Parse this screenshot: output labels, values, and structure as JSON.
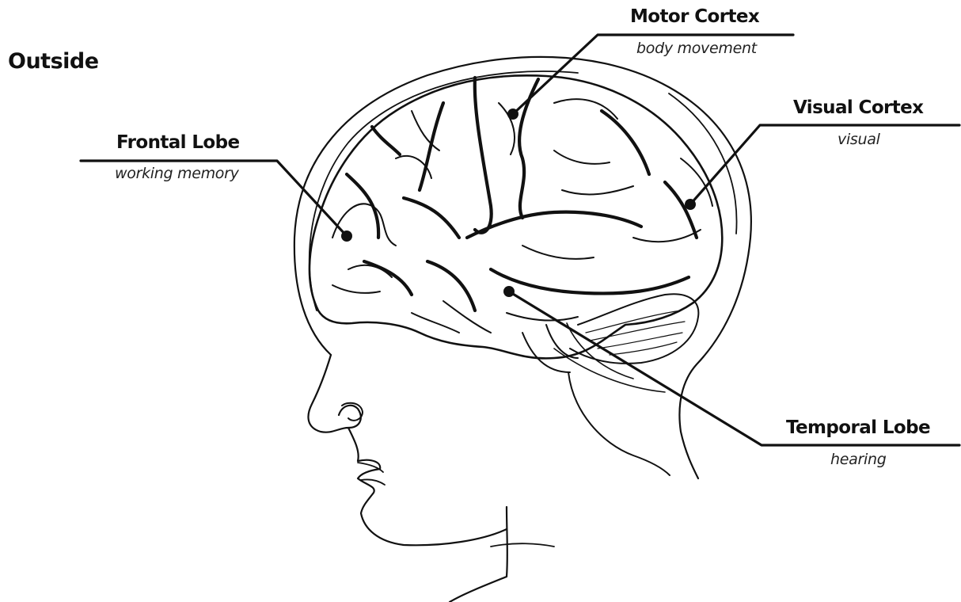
{
  "heading": "Outside",
  "labels": {
    "motor": {
      "name": "Motor Cortex",
      "desc": "body movement"
    },
    "frontal": {
      "name": "Frontal Lobe",
      "desc": "working memory"
    },
    "visual": {
      "name": "Visual Cortex",
      "desc": "visual"
    },
    "temporal": {
      "name": "Temporal Lobe",
      "desc": "hearing"
    }
  },
  "colors": {
    "ink": "#111111",
    "background": "#ffffff"
  }
}
